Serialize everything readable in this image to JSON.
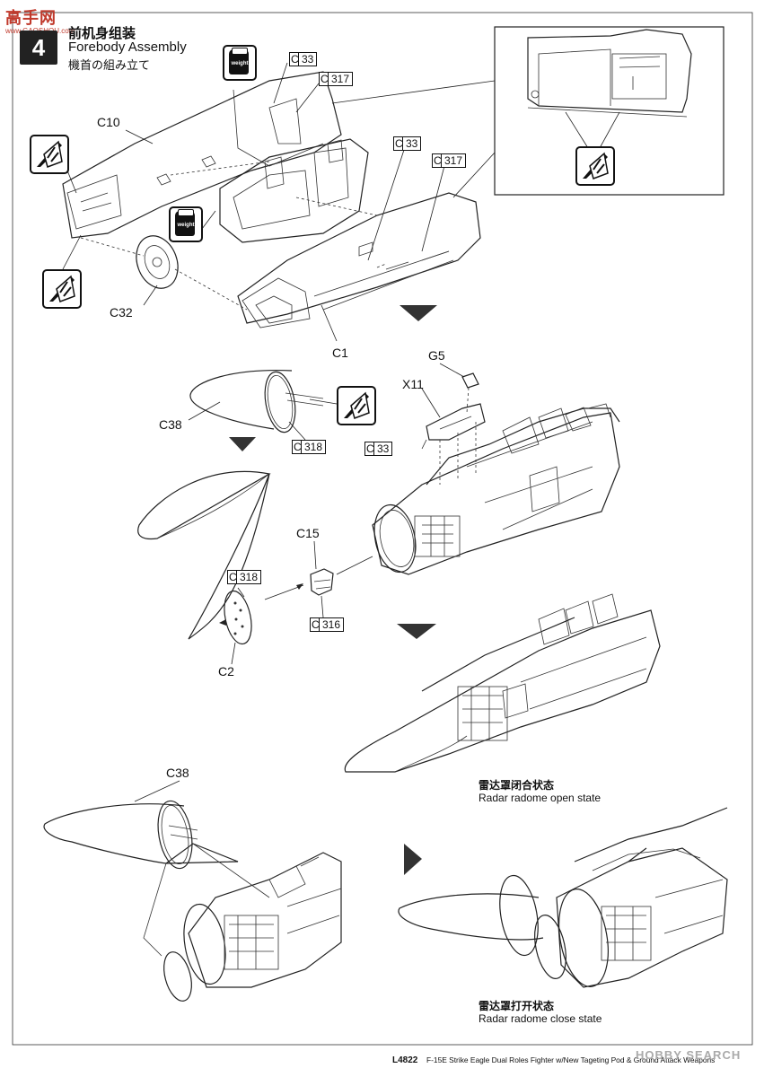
{
  "watermark": {
    "site_name": "高手网",
    "url": "www.GAOSHOU.com"
  },
  "step": {
    "number": "4",
    "title_cn": "前机身组装",
    "title_en": "Forebody Assembly",
    "title_jp": "機首の組み立て"
  },
  "part_labels": {
    "c10": "C10",
    "c32": "C32",
    "c1": "C1",
    "c38_a": "C38",
    "g5": "G5",
    "x11": "X11",
    "c15": "C15",
    "c2": "C2",
    "c38_b": "C38"
  },
  "color_refs": {
    "c33_a": "33",
    "c317_a": "317",
    "c33_b": "33",
    "c317_b": "317",
    "c318_a": "318",
    "c33_c": "33",
    "c318_b": "318",
    "c316": "316"
  },
  "color_ref_prefix": "C",
  "weight_label": "weight",
  "captions": {
    "open_cn": "雷达罩闭合状态",
    "open_en": "Radar radome open state",
    "close_cn": "雷达罩打开状态",
    "close_en": "Radar radome close state"
  },
  "footer": {
    "code": "L4822",
    "title": "F-15E Strike Eagle Dual Roles Fighter w/New Tageting Pod & Ground Attack Weapons"
  },
  "credit_watermark": "HOBBY SEARCH",
  "icons": [
    "cement-glue-icon",
    "weight-icon",
    "arrow-down-icon",
    "arrow-right-icon"
  ]
}
